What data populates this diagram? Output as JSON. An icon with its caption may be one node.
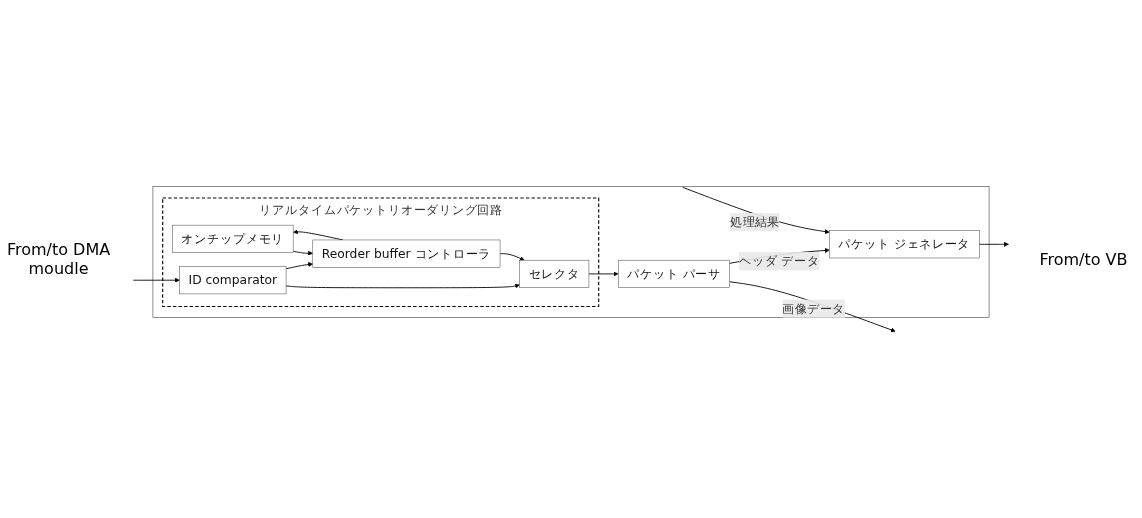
{
  "diagram": {
    "nodes": [
      {
        "text": [],
        "shape": "box"
      },
      {
        "text": [
          "リアルタイムパケットリオーダリング回路"
        ],
        "in": 0
      },
      {
        "text": [
          "オンチップメモリ"
        ],
        "in": 1
      },
      {
        "text": [
          "Reorder buffer コントローラ"
        ],
        "in": 1
      },
      {
        "text": [
          "ID comparator"
        ],
        "in": 1
      },
      {
        "text": [
          "セレクタ"
        ],
        "in": 1
      },
      {
        "text": [
          "パケット パーサ"
        ],
        "in": 0
      },
      {
        "text": [
          "パケット ジェネレータ"
        ],
        "in": 0
      }
    ],
    "edges": [
      {
        "from": null,
        "to": 4,
        "arrow": "to"
      },
      {
        "from": 4,
        "to": 5,
        "arrow": "to"
      },
      {
        "from": 5,
        "to": 6,
        "arrow": "to"
      },
      {
        "from": 4,
        "to": 3,
        "arrow": "to"
      },
      {
        "from": 3,
        "to": 2,
        "arrow": "to"
      },
      {
        "from": 2,
        "to": 3,
        "arrow": "to"
      },
      {
        "from": 3,
        "to": 5,
        "arrow": "to"
      },
      {
        "from": 6,
        "to": null,
        "label": "画像データ",
        "arrow": "to"
      },
      {
        "from": 6,
        "to": 7,
        "label": "ヘッダ データ",
        "arrow": "to"
      },
      {
        "from": null,
        "to": 7,
        "label": "処理結果",
        "arrow": "to"
      },
      {
        "from": 7,
        "to": null,
        "arrow": "to"
      }
    ],
    "labels": [
      "From/to DMA moudle",
      "From/to VB"
    ]
  }
}
